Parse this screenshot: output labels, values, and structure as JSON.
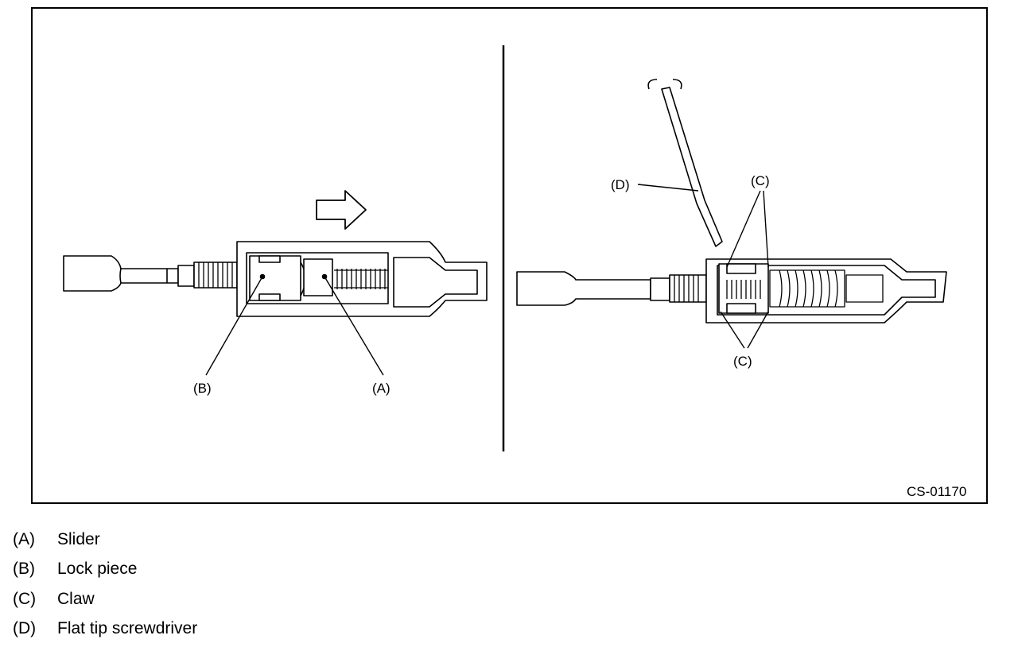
{
  "figure": {
    "code": "CS-01170",
    "callouts": {
      "a": "(A)",
      "b": "(B)",
      "c_top": "(C)",
      "c_bottom": "(C)",
      "d": "(D)"
    }
  },
  "legend": [
    {
      "key": "(A)",
      "text": "Slider"
    },
    {
      "key": "(B)",
      "text": "Lock piece"
    },
    {
      "key": "(C)",
      "text": "Claw"
    },
    {
      "key": "(D)",
      "text": "Flat tip screwdriver"
    }
  ]
}
